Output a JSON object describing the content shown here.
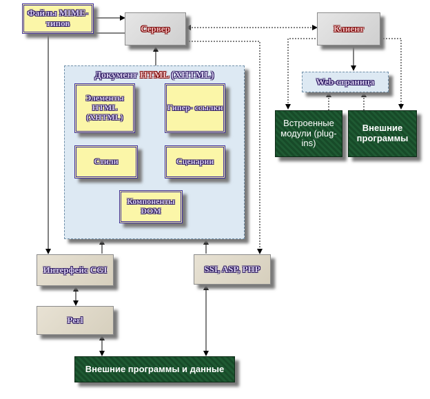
{
  "nodes": {
    "mime": "Файлы MIME-типов",
    "server": "Сервер",
    "client": "Клиент",
    "webpage": "Web-страница",
    "plugins": "Встроенные модули (plug-ins)",
    "external_programs": "Внешние программы",
    "document_prefix": "Документ",
    "document_html": "HTML",
    "document_suffix": "(XHTML)",
    "elements": "Элементы HTML (XHTML)",
    "hyperlinks": "Гипер- ссылки",
    "styles": "Стили",
    "scripts": "Сценарии",
    "dom": "Компоненты DOM",
    "cgi": "Интерфейс CGI",
    "ssi": "SSI, ASP, PHP",
    "perl": "Perl",
    "external_data": "Внешние программы и данные"
  },
  "colors": {
    "yellow_fill": "#fbf6a8",
    "yellow_border": "#3a2a9a",
    "green_fill": "#1f5a33",
    "container_fill": "#dde9f3",
    "text_red": "#b00000"
  }
}
